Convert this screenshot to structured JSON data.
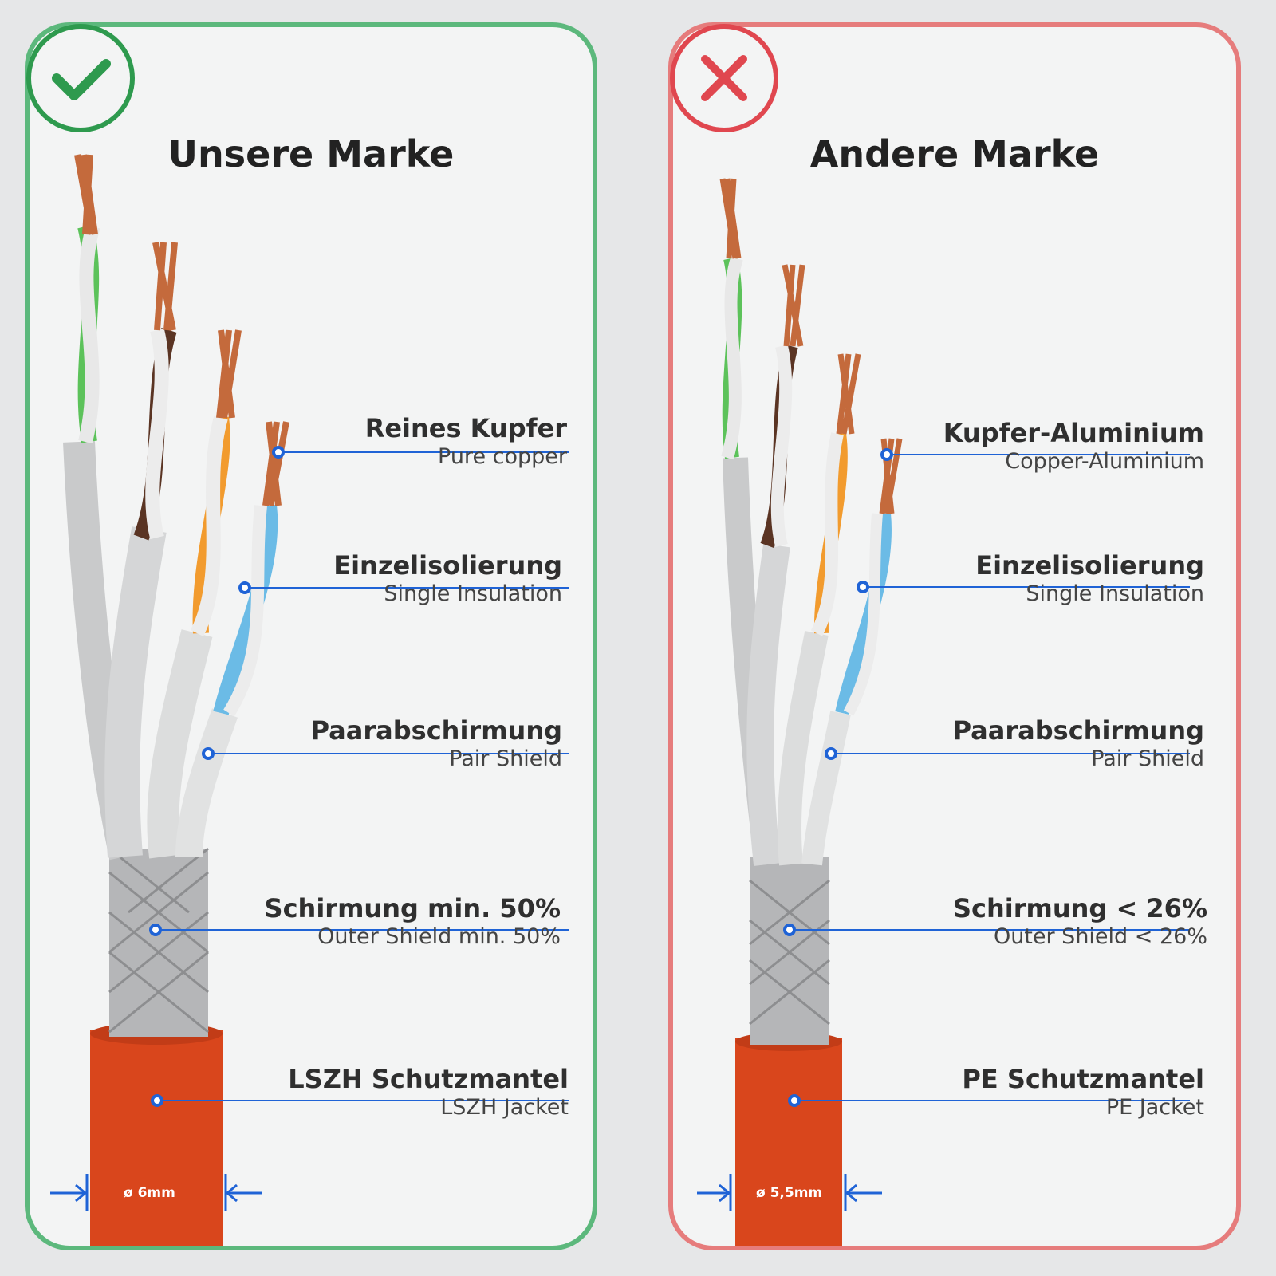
{
  "left_panel": {
    "title": "Unsere Marke",
    "badge_icon": "check-icon",
    "accent": "#5cb87c",
    "labels": [
      {
        "main": "Reines Kupfer",
        "sub": "Pure copper"
      },
      {
        "main": "Einzelisolierung",
        "sub": "Single Insulation"
      },
      {
        "main": "Paarabschirmung",
        "sub": "Pair Shield"
      },
      {
        "main": "Schirmung min. 50%",
        "sub": "Outer Shield min. 50%"
      },
      {
        "main": "LSZH Schutzmantel",
        "sub": "LSZH Jacket"
      }
    ],
    "diameter": "ø 6mm"
  },
  "right_panel": {
    "title": "Andere Marke",
    "badge_icon": "cross-icon",
    "accent": "#e67c7c",
    "labels": [
      {
        "main": "Kupfer-Aluminium",
        "sub": "Copper-Aluminium"
      },
      {
        "main": "Einzelisolierung",
        "sub": "Single Insulation"
      },
      {
        "main": "Paarabschirmung",
        "sub": "Pair Shield"
      },
      {
        "main": "Schirmung < 26%",
        "sub": "Outer Shield < 26%"
      },
      {
        "main": "PE Schutzmantel",
        "sub": "PE Jacket"
      }
    ],
    "diameter": "ø 5,5mm"
  },
  "colors": {
    "jacket": "#d9461c",
    "copper": "#c46a3c",
    "pointer": "#1f63d6"
  }
}
